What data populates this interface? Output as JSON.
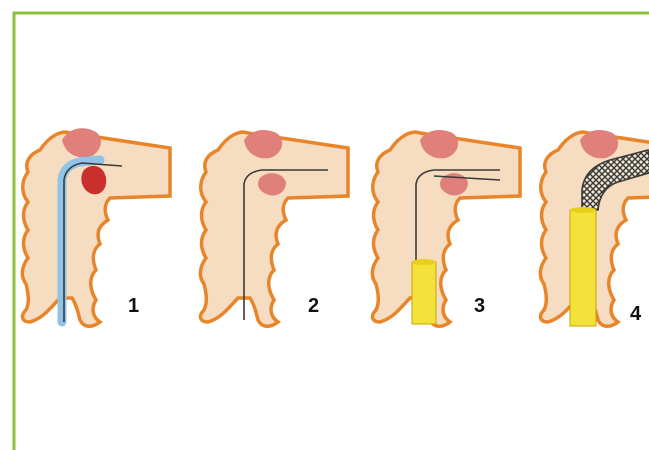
{
  "colors": {
    "border": "#8cbf3f",
    "bowel_fill": "#f6dcc0",
    "bowel_outline": "#e8852a",
    "tumor": "#e0807a",
    "bleeding_tumor": "#c9302c",
    "catheter": "#8fc4e8",
    "wire": "#3a3a3a",
    "dilator": "#f3e23a",
    "stent": "#4a4a4a"
  },
  "panels": [
    {
      "label": "1",
      "device": "catheter-and-guidewire"
    },
    {
      "label": "2",
      "device": "guidewire"
    },
    {
      "label": "3",
      "device": "stent-delivery-system"
    },
    {
      "label": "4",
      "device": "deployed-stent"
    }
  ]
}
